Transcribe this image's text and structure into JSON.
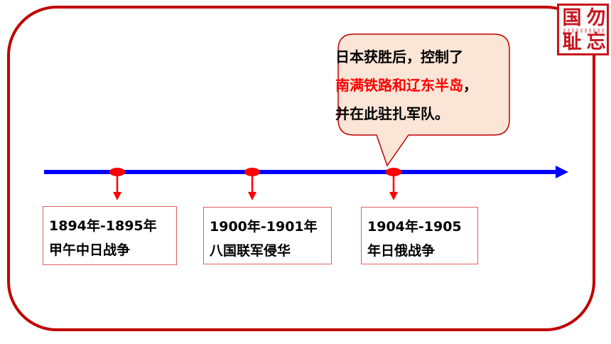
{
  "stamp": {
    "chars": [
      "国",
      "勿",
      "耻",
      "忘"
    ]
  },
  "bubble": {
    "line1": "日本获胜后，控制了",
    "line2_highlight": "南满铁路和辽东半岛",
    "line2_tail": "，",
    "line3": "并在此驻扎军队。"
  },
  "events": [
    {
      "period": "1894年-1895年",
      "name": "甲午中日战争"
    },
    {
      "period": "1900年-1901年",
      "name": "八国联军侵华"
    },
    {
      "period": "1904年-1905",
      "name": "年日俄战争"
    }
  ],
  "colors": {
    "frame": "#c00000",
    "timeline": "#0000ff",
    "marker": "#ff0000",
    "bubble_fill": "#fbe5d6",
    "bubble_stroke": "#c00000",
    "highlight": "#ff0000"
  }
}
